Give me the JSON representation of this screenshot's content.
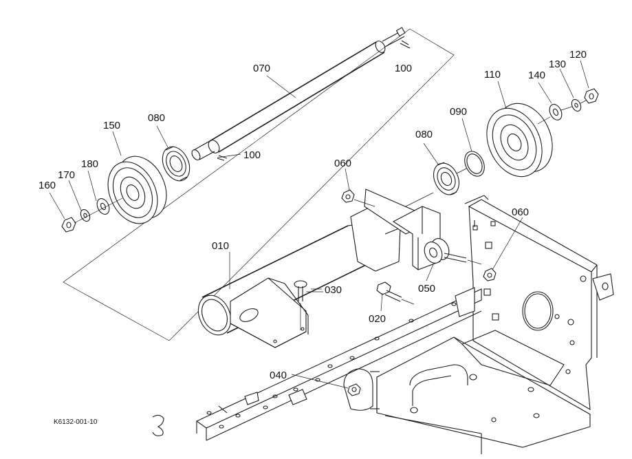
{
  "labels": {
    "p010": "010",
    "p020": "020",
    "p030": "030",
    "p040": "040",
    "p050": "050",
    "p060a": "060",
    "p060b": "060",
    "p070": "070",
    "p080a": "080",
    "p080b": "080",
    "p090": "090",
    "p100a": "100",
    "p100b": "100",
    "p110": "110",
    "p120": "120",
    "p130": "130",
    "p140": "140",
    "p150": "150",
    "p160": "160",
    "p170": "170",
    "p180": "180"
  },
  "reference": "K6132-001-10"
}
